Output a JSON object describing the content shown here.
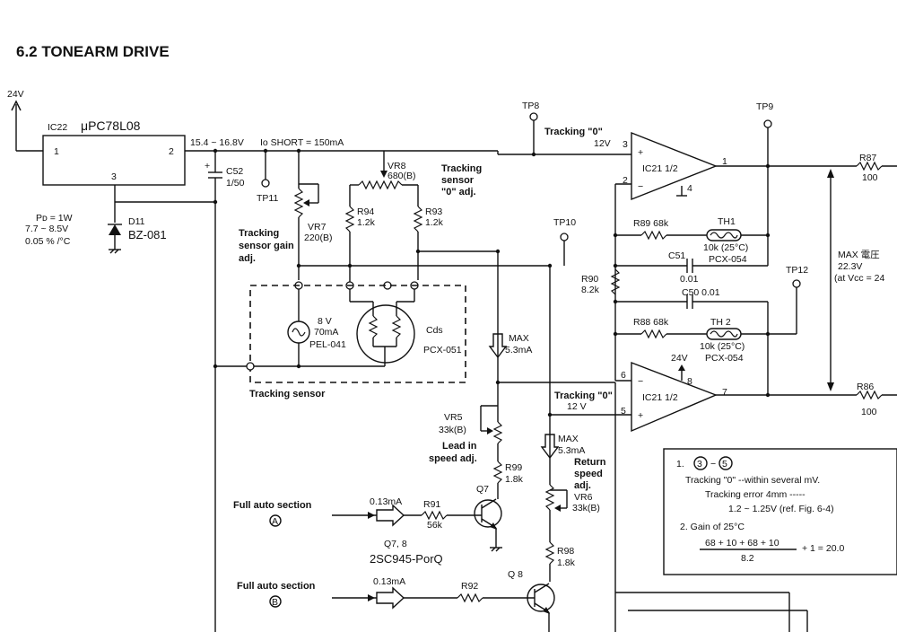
{
  "title": "6.2  TONEARM DRIVE",
  "supply": {
    "vin": "24V",
    "ic22": "IC22",
    "ic22_part": "μPC78L08",
    "pin1": "1",
    "pin2": "2",
    "pin3": "3",
    "vout": "15.4 ~ 16.8V",
    "ioshort": "Io SHORT = 150mA",
    "c52": "C52",
    "c52_val": "1/50",
    "tp11": "TP11",
    "d11": "D11",
    "d11_part": "BZ-081",
    "pd": "Pᴅ = 1W",
    "vz": "7.7 ~ 8.5V",
    "tc": "0.05 % /°C"
  },
  "sensor": {
    "vr8": "VR8",
    "vr8_val": "680(B)",
    "vr8_desc1": "Tracking",
    "vr8_desc2": "sensor",
    "vr8_desc3": "\"0\" adj.",
    "vr7": "VR7",
    "vr7_val": "220(B)",
    "vr7_desc1": "Tracking",
    "vr7_desc2": "sensor gain",
    "vr7_desc3": "adj.",
    "r94": "R94",
    "r94_val": "1.2k",
    "r93": "R93",
    "r93_val": "1.2k",
    "lamp1": "8 V",
    "lamp2": "70mA",
    "lamp3": "PEL-041",
    "cds": "Cds",
    "cds_part": "PCX-051",
    "caption": "Tracking sensor"
  },
  "amp": {
    "tp8": "TP8",
    "tp9": "TP9",
    "tp10": "TP10",
    "tp12": "TP12",
    "trk0_a": "Tracking \"0\"",
    "v12_a": "12V",
    "trk0_b": "Tracking \"0\"",
    "v12_b": "12 V",
    "ic21a": "IC21  1/2",
    "ic21b": "IC21  1/2",
    "p3": "3",
    "p2": "2",
    "p1": "1",
    "p4": "4",
    "p5": "5",
    "p6": "6",
    "p7": "7",
    "p8": "8",
    "plus": "+",
    "minus": "−",
    "v24": "24V",
    "r89": "R89  68k",
    "th1": "TH1",
    "th1_val": "10k (25°C)",
    "th1_part": "PCX-054",
    "c51": "C51",
    "c51_val": "0.01",
    "c50": "C50  0.01",
    "r90": "R90",
    "r90_val": "8.2k",
    "r88": "R88  68k",
    "th2": "TH 2",
    "th2_val": "10k (25°C)",
    "th2_part": "PCX-054",
    "r87": "R87",
    "r87_val": "100",
    "r86": "R86",
    "r86_val": "100",
    "max1": "MAX 電圧",
    "max2": "22.3V",
    "max3": "(at Vcc = 24"
  },
  "drive": {
    "max_a1": "MAX",
    "max_a2": "5.3mA",
    "max_b1": "MAX",
    "max_b2": "5.3mA",
    "vr5": "VR5",
    "vr5_val": "33k(B)",
    "vr5_desc1": "Lead in",
    "vr5_desc2": "speed adj.",
    "r99": "R99",
    "r99_val": "1.8k",
    "vr6_desc1": "Return",
    "vr6_desc2": "speed",
    "vr6_desc3": "adj.",
    "vr6": "VR6",
    "vr6_val": "33k(B)",
    "r98": "R98",
    "r98_val": "1.8k",
    "q7": "Q7",
    "q8": "Q 8",
    "q78": "Q7, 8",
    "q78_part": "2SC945-PorQ",
    "fa1": "Full auto section",
    "fa1_tag": "A",
    "fa2": "Full auto section",
    "fa2_tag": "B",
    "i1": "0.13mA",
    "i2": "0.13mA",
    "r91": "R91",
    "r91_val": "56k",
    "r92": "R92"
  },
  "notes": {
    "n1": "1.",
    "n1_a": "3",
    "n1_dash": "−",
    "n1_b": "5",
    "n1_l1": "Tracking \"0\" --within several mV.",
    "n1_l2": "Tracking error 4mm -----",
    "n1_l3": "1.2 ~ 1.25V  (ref. Fig. 6-4)",
    "n2": "2.  Gain of 25°C",
    "n2_num": "68 + 10 + 68 + 10",
    "n2_den": "8.2",
    "n2_res": "+ 1 = 20.0"
  }
}
